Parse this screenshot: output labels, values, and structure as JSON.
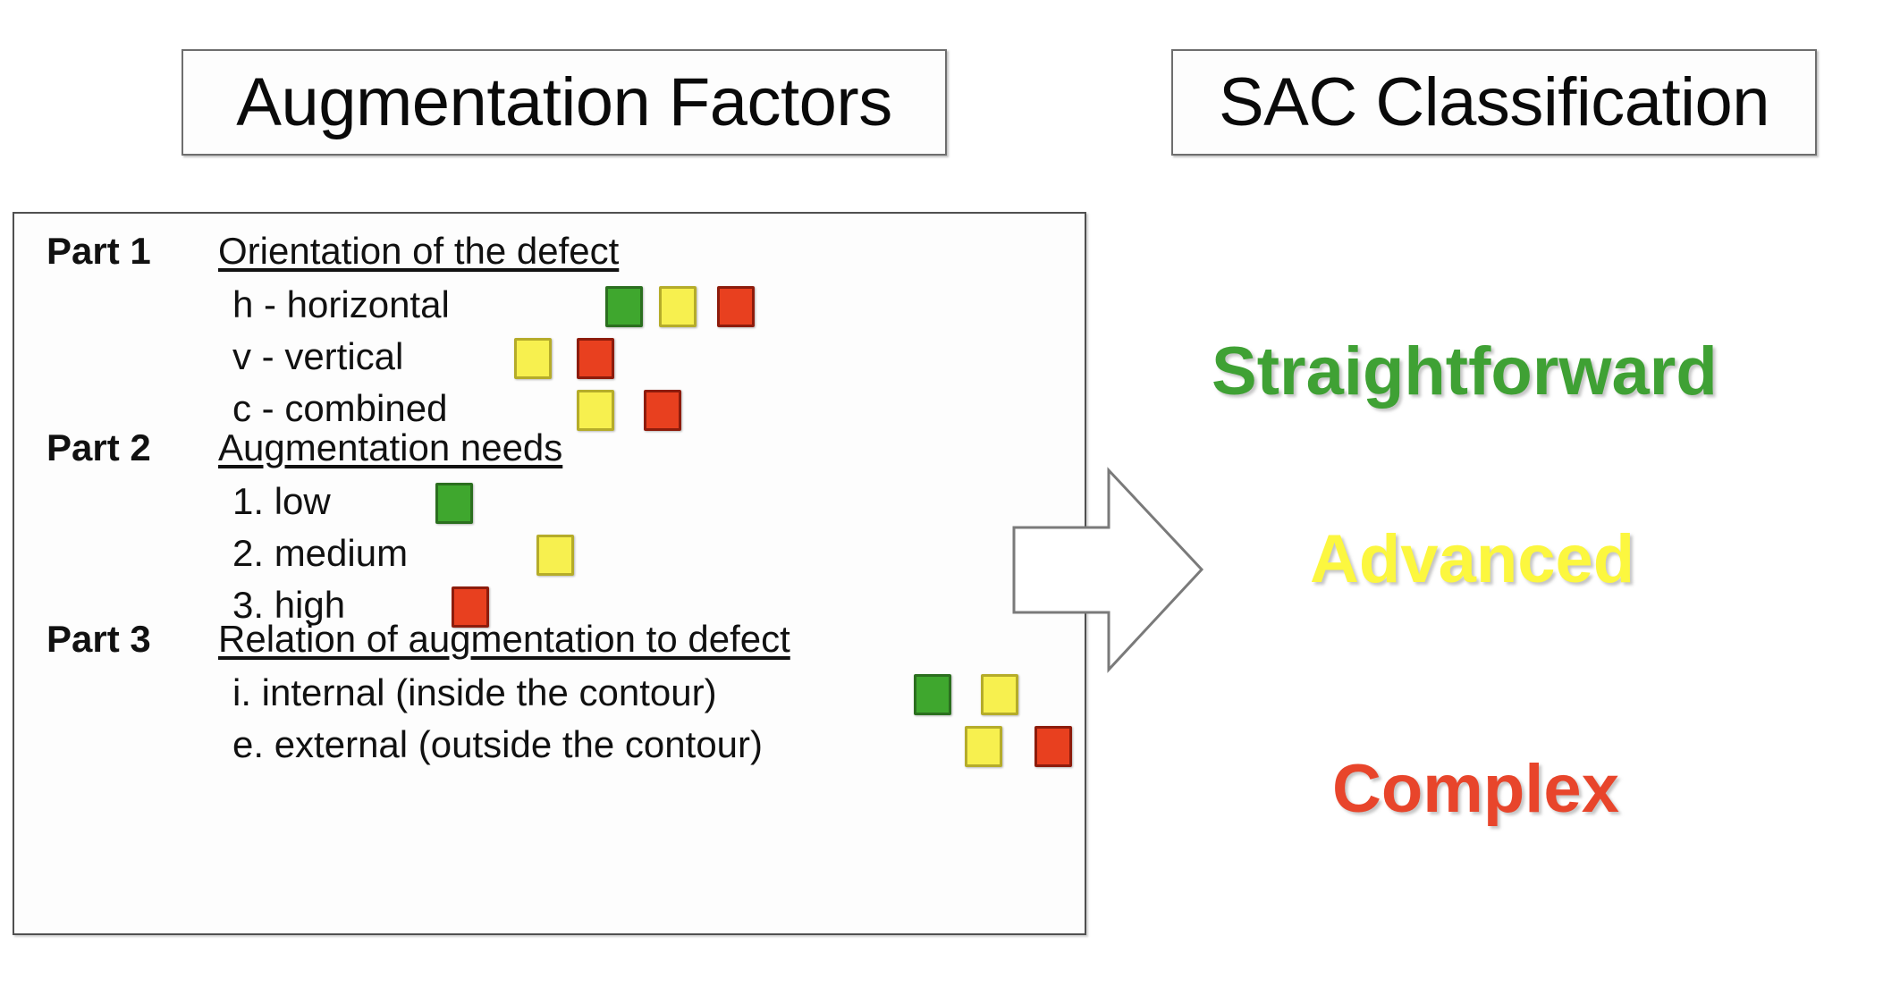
{
  "headers": {
    "left": "Augmentation Factors",
    "right": "SAC Classification"
  },
  "colors": {
    "green": "#3FA72E",
    "yellow": "#F7F04F",
    "red": "#E8401F",
    "label_green": "#3FA134",
    "label_yellow": "#FCF73F",
    "label_red": "#E8452B"
  },
  "factors": {
    "parts": [
      {
        "label": "Part 1",
        "title": "Orientation of the defect",
        "items": [
          {
            "text": "h - horizontal",
            "chips": [
              "green",
              "yellow",
              "red"
            ]
          },
          {
            "text": "v - vertical",
            "chips": [
              "yellow",
              "red"
            ]
          },
          {
            "text": "c - combined",
            "chips": [
              "yellow",
              "red"
            ]
          }
        ]
      },
      {
        "label": "Part 2",
        "title": "Augmentation needs",
        "items": [
          {
            "text": "1. low",
            "chips": [
              "green"
            ]
          },
          {
            "text": "2. medium",
            "chips": [
              "yellow"
            ]
          },
          {
            "text": "3. high",
            "chips": [
              "red"
            ]
          }
        ]
      },
      {
        "label": "Part 3",
        "title": "Relation of augmentation to defect",
        "items": [
          {
            "text": "i. internal (inside the contour)",
            "chips": [
              "green",
              "yellow"
            ]
          },
          {
            "text": "e. external (outside the contour)",
            "chips": [
              "yellow",
              "red"
            ]
          }
        ]
      }
    ]
  },
  "arrow": {
    "name": "right-arrow",
    "direction": "right"
  },
  "classification": {
    "items": [
      {
        "label": "Straightforward",
        "color": "#3FA134"
      },
      {
        "label": "Advanced",
        "color": "#FCF73F"
      },
      {
        "label": "Complex",
        "color": "#E8452B"
      }
    ]
  },
  "layout": {
    "parts_y": [
      258,
      478,
      692
    ],
    "rows_y": [
      [
        318,
        376,
        434
      ],
      [
        538,
        596,
        654
      ],
      [
        752,
        810
      ]
    ],
    "chips_x": [
      [
        [
          675,
          735,
          800
        ],
        [
          573,
          643
        ],
        [
          643,
          718
        ]
      ],
      [
        [
          485
        ],
        [
          598
        ],
        [
          503
        ]
      ],
      [
        [
          1020,
          1095
        ],
        [
          1077,
          1155
        ]
      ]
    ]
  }
}
